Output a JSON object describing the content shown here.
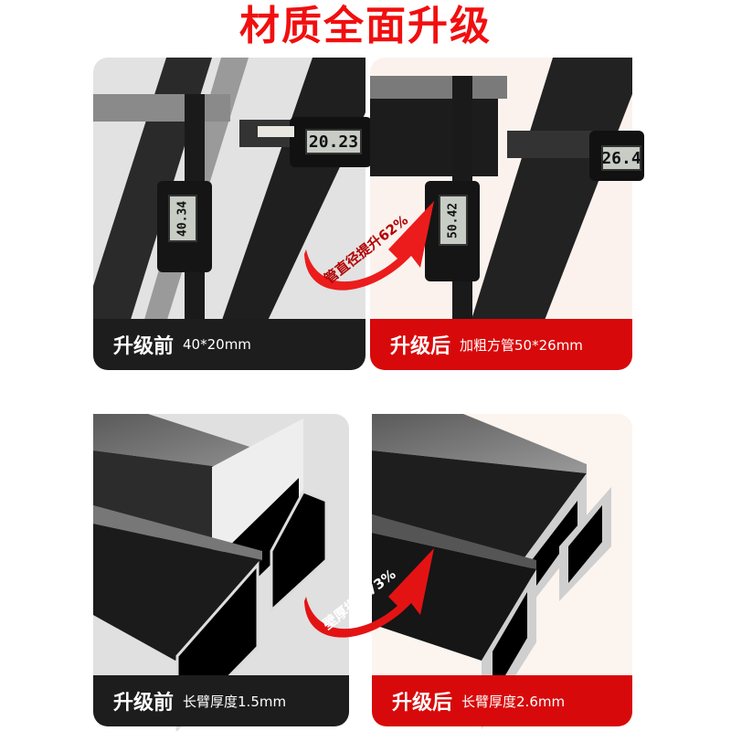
{
  "title": "材质全面升级",
  "colors": {
    "accent_red": "#d8090a",
    "title_red": "#f10f0f",
    "dark_caption": "#1d1d1d"
  },
  "panels": {
    "top_left": {
      "caption_big": "升级前",
      "caption_small": "40*20mm",
      "display_main": "20.23",
      "display_vertical": "40.34"
    },
    "top_right": {
      "caption_big": "升级后",
      "caption_small": "加粗方管50*26mm",
      "display_main": "26.4",
      "display_vertical": "50.42"
    },
    "bottom_left": {
      "caption_big": "升级前",
      "caption_small": "长臂厚度1.5mm"
    },
    "bottom_right": {
      "caption_big": "升级后",
      "caption_small": "长臂厚度2.6mm"
    }
  },
  "arrows": {
    "top": {
      "label": "管直径提升62%"
    },
    "bottom": {
      "label": "壁厚提升73%"
    }
  }
}
